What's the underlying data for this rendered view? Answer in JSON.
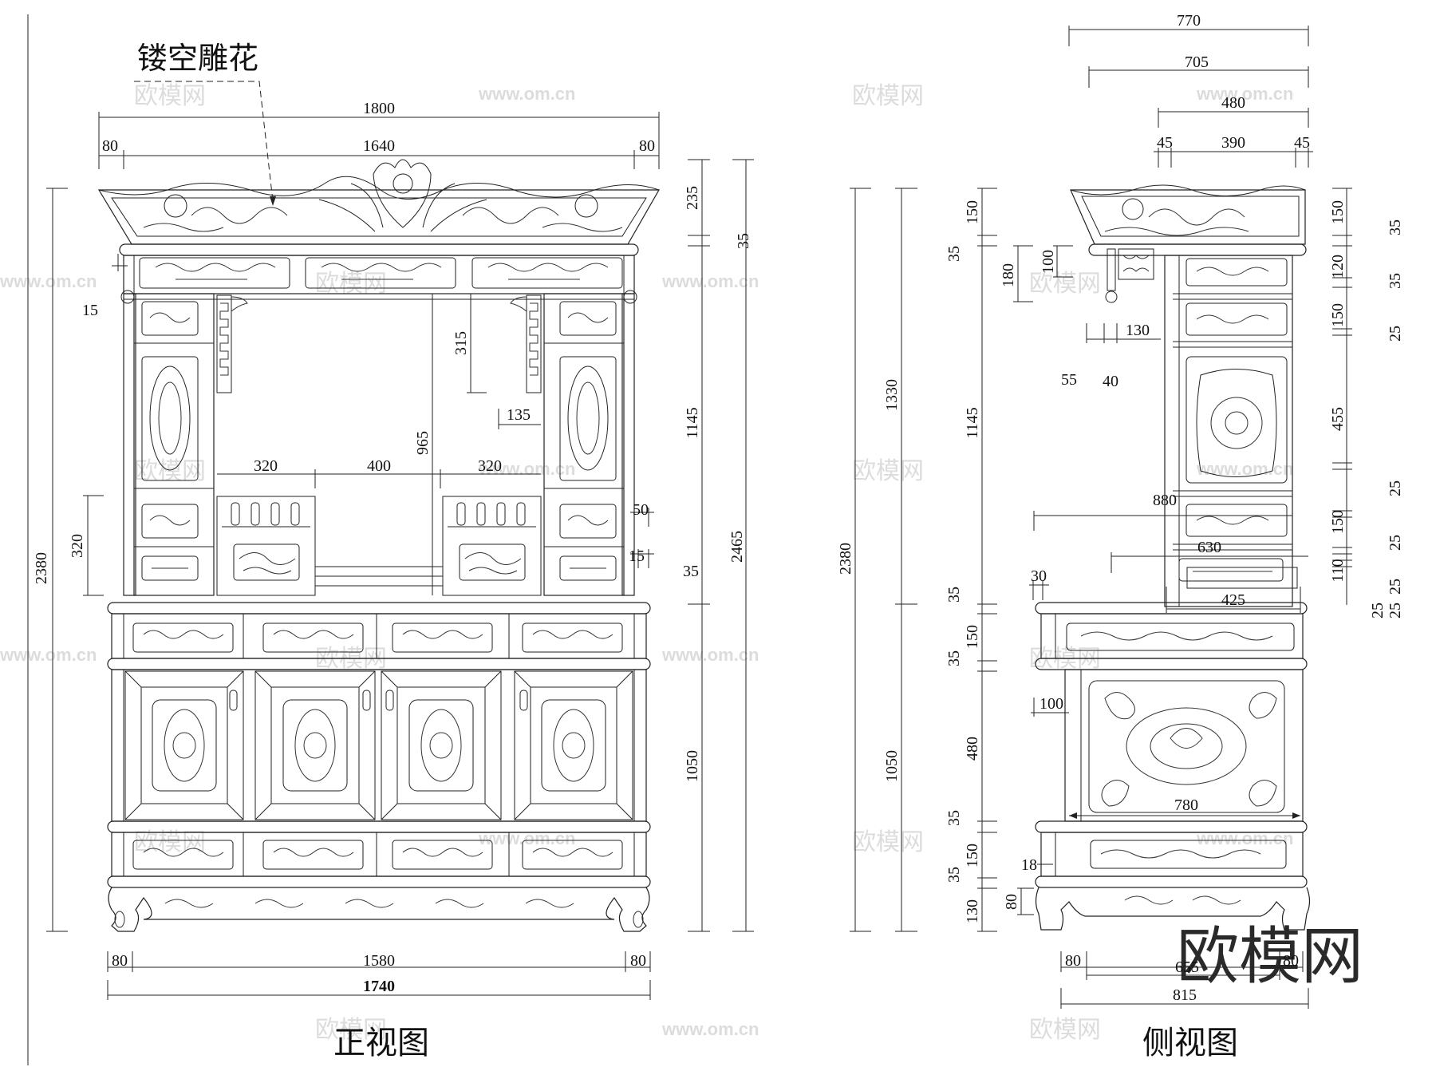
{
  "callout": {
    "label": "镂空雕花"
  },
  "views": {
    "front": {
      "title": "正视图"
    },
    "side": {
      "title": "侧视图"
    }
  },
  "watermark": {
    "brand": "欧模网",
    "url": "www.om.cn"
  },
  "front_dims": {
    "top_overall": "1800",
    "top_left": "80",
    "top_mid": "1640",
    "top_right": "80",
    "bottom_left": "80",
    "bottom_mid": "1580",
    "bottom_right": "80",
    "bottom_overall": "1740",
    "left_total": "2380",
    "left_320": "320",
    "left_15": "15",
    "opening_320_left": "320",
    "opening_400": "400",
    "opening_320_right": "320",
    "opening_965": "965",
    "bracket_315": "315",
    "bracket_135": "135",
    "side_50": "50",
    "side_15": "15",
    "right_235": "235",
    "right_35_top": "35",
    "right_1145": "1145",
    "right_35_mid": "35",
    "right_1050": "1050",
    "right_2465": "2465"
  },
  "side_dims": {
    "top_770": "770",
    "top_705": "705",
    "top_480": "480",
    "top_45_left": "45",
    "top_390": "390",
    "top_45_right": "45",
    "outer_2380": "2380",
    "outer_1330": "1330",
    "outer_1050": "1050",
    "l_150_top": "150",
    "l_35_a": "35",
    "l_1145": "1145",
    "l_35_b": "35",
    "l_150_mid": "150",
    "l_35_c": "35",
    "l_480": "480",
    "l_35_d": "35",
    "l_150_bot": "150",
    "l_35_e": "35",
    "l_130": "130",
    "d_180": "180",
    "d_100": "100",
    "d_130": "130",
    "d_55": "55",
    "d_40": "40",
    "d_880": "880",
    "d_630": "630",
    "d_425": "425",
    "d_30": "30",
    "d_100b": "100",
    "d_780": "780",
    "d_18": "18",
    "d_80v": "80",
    "bottom_80_left": "80",
    "bottom_655": "655",
    "bottom_80_right": "80",
    "bottom_815": "815",
    "r_150a": "150",
    "r_120": "120",
    "r_150b": "150",
    "r_455": "455",
    "r_150c": "150",
    "r_110": "110",
    "rr_35a": "35",
    "rr_35b": "35",
    "rr_25a": "25",
    "rr_25b": "25",
    "rr_25c": "25",
    "rr_25d": "25",
    "rr_25e": "25",
    "rr_25f": "25"
  }
}
